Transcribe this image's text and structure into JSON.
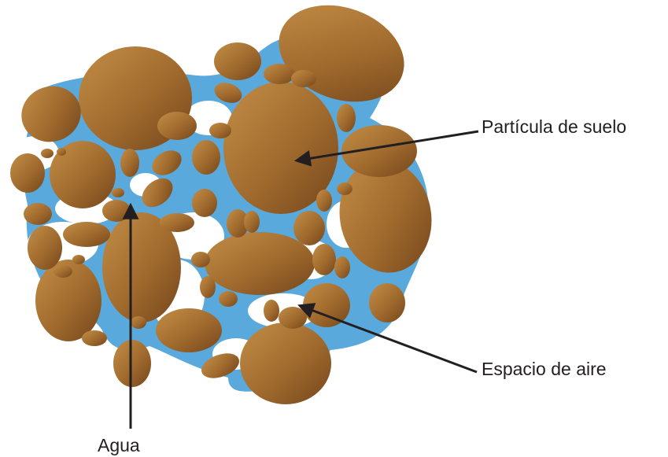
{
  "labels": {
    "soil_particle": "Partícula de suelo",
    "air_space": "Espacio de aire",
    "water": "Agua"
  },
  "colors": {
    "water": "#5aa9dc",
    "particle_light": "#c08a44",
    "particle_dark": "#7a4a1c",
    "air": "#ffffff",
    "arrow": "#231f20"
  }
}
